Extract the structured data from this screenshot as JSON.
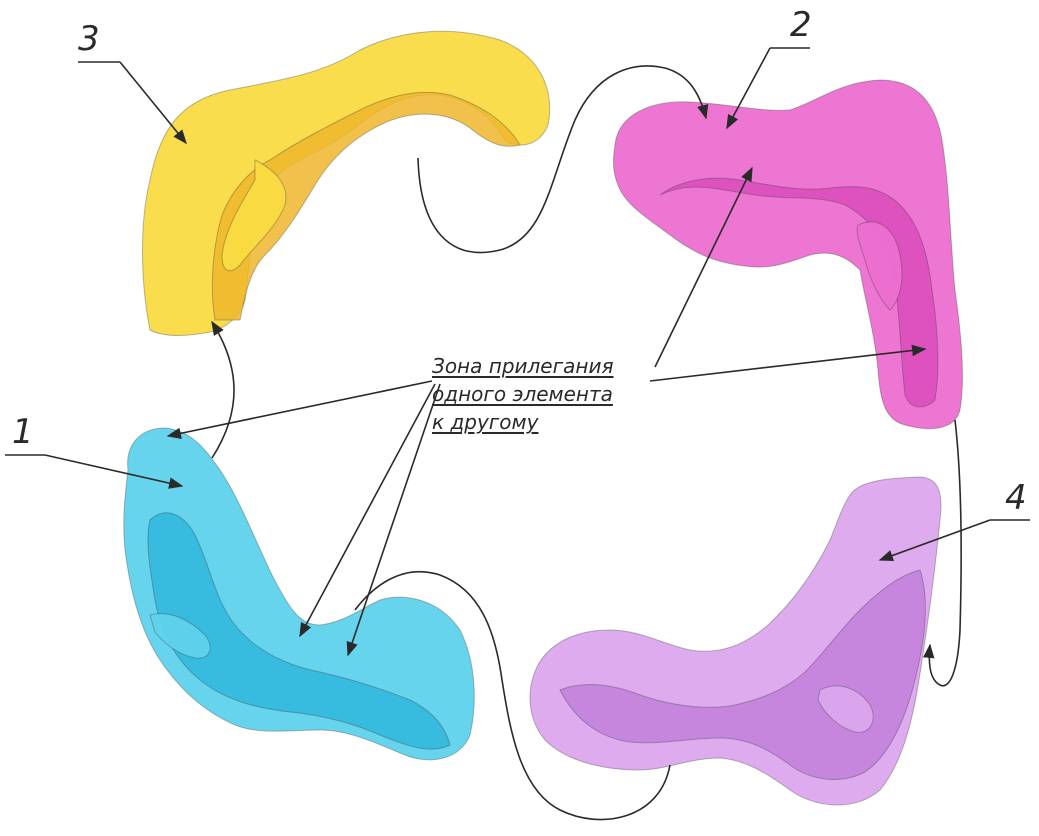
{
  "labels": {
    "num1": "1",
    "num2": "2",
    "num3": "3",
    "num4": "4",
    "zone_line1": "Зона прилегания",
    "zone_line2": "одного элемента",
    "zone_line3": "к другому"
  },
  "colors": {
    "element1": "#5fd2ec",
    "element1_shade": "#2fb6da",
    "element2": "#ec6fd0",
    "element2_shade": "#d94cbb",
    "element3": "#f9db42",
    "element3_shade": "#eeb62c",
    "element4": "#dca6ee",
    "element4_shade": "#c27fda",
    "ink": "#2a2a2a"
  }
}
